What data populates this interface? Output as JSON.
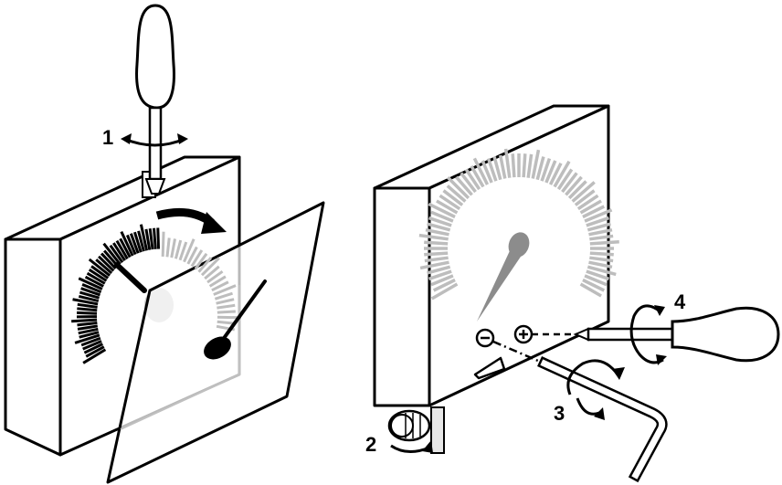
{
  "steps": [
    {
      "number": "1",
      "icon": "screwdriver-icon",
      "action": "rotate"
    },
    {
      "number": "2",
      "icon": "knob-icon",
      "action": "rotate"
    },
    {
      "number": "3",
      "icon": "hex-key-icon",
      "action": "rotate"
    },
    {
      "number": "4",
      "icon": "screwdriver-icon",
      "action": "rotate"
    }
  ],
  "adjusters": [
    {
      "icon": "minus-screw-icon"
    },
    {
      "icon": "plus-screw-icon"
    }
  ],
  "colors": {
    "stroke": "#000000",
    "tick": "#000000",
    "tick_faded": "#bdbdbd",
    "needle_faded": "#8c8c8c",
    "glass": "#ffffff"
  }
}
